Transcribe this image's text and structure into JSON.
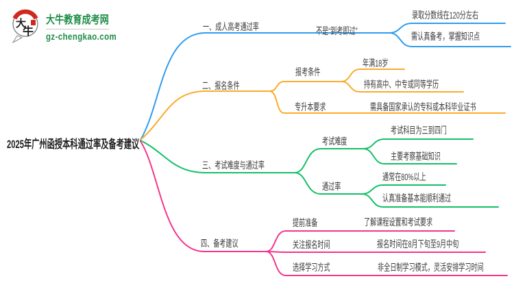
{
  "logo": {
    "badge_char_top": "大",
    "badge_char_bottom": "牛",
    "title": "大牛教育成考网",
    "url": "gz-chengkao.com"
  },
  "root": {
    "label": "2025年广州函授本科通过率及备考建议"
  },
  "colors": {
    "blue": "#2E9CEE",
    "orange": "#FBAA2C",
    "green": "#12BF67",
    "pink": "#F5348B",
    "text": "#3C3C3C",
    "logo_green": "#1E8C46",
    "logo_red": "#D0281F"
  },
  "branches": [
    {
      "label": "一、成人高考通过率",
      "children": [
        {
          "label": "不是“到考即过”",
          "children": [
            {
              "label": "录取分数线在120分左右"
            },
            {
              "label": "需认真备考，掌握知识点"
            }
          ]
        }
      ]
    },
    {
      "label": "二、报名条件",
      "children": [
        {
          "label": "报考条件",
          "children": [
            {
              "label": "年满18岁"
            },
            {
              "label": "持有高中、中专或同等学历"
            }
          ]
        },
        {
          "label": "专升本要求",
          "children": [
            {
              "label": "需具备国家承认的专科或本科毕业证书"
            }
          ]
        }
      ]
    },
    {
      "label": "三、考试难度与通过率",
      "children": [
        {
          "label": "考试难度",
          "children": [
            {
              "label": "考试科目为三到四门"
            },
            {
              "label": "主要考察基础知识"
            }
          ]
        },
        {
          "label": "通过率",
          "children": [
            {
              "label": "通常在80%以上"
            },
            {
              "label": "认真准备基本能顺利通过"
            }
          ]
        }
      ]
    },
    {
      "label": "四、备考建议",
      "children": [
        {
          "label": "提前准备",
          "children": [
            {
              "label": "了解课程设置和考试要求"
            }
          ]
        },
        {
          "label": "关注报名时间",
          "children": [
            {
              "label": "报名时间在8月下旬至9月中旬"
            }
          ]
        },
        {
          "label": "选择学习方式",
          "children": [
            {
              "label": "非全日制学习模式，灵活安排学习时间"
            }
          ]
        }
      ]
    }
  ]
}
